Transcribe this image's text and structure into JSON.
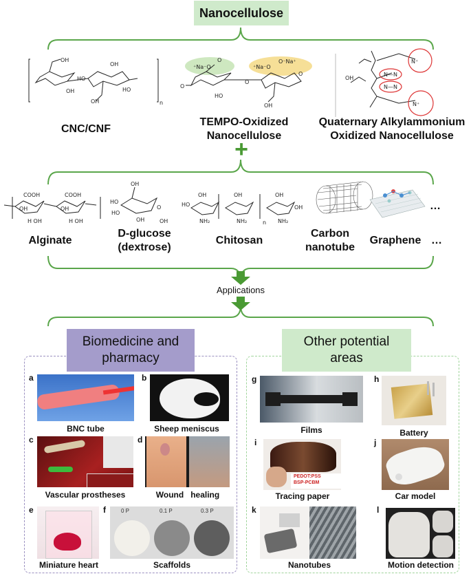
{
  "title": "Nanocellulose",
  "row1": {
    "cnc": "CNC/CNF",
    "tempo": "TEMPO-Oxidized\nNanocellulose",
    "quat": "Quaternary Alkylammonium\nOxidized Nanocellulose"
  },
  "plus": "+",
  "row2": {
    "alginate": "Alginate",
    "dglucose": "D-glucose\n(dextrose)",
    "chitosan": "Chitosan",
    "cnt": "Carbon\nnanotube",
    "graphene": "Graphene",
    "ellipsis": "…"
  },
  "applications": "Applications",
  "left_panel": {
    "heading": "Biomedicine and\npharmacy",
    "items": [
      {
        "letter": "a",
        "caption": "BNC tube"
      },
      {
        "letter": "b",
        "caption": "Sheep meniscus"
      },
      {
        "letter": "c",
        "caption": "Vascular prostheses"
      },
      {
        "letter": "d",
        "caption": "Wound   healing"
      },
      {
        "letter": "e",
        "caption": "Miniature heart"
      },
      {
        "letter": "f",
        "caption": "Scaffolds"
      }
    ],
    "scaffold_ticks": [
      "0 P",
      "0.1 P",
      "0.3 P"
    ]
  },
  "right_panel": {
    "heading": "Other potential\nareas",
    "items": [
      {
        "letter": "g",
        "caption": "Films"
      },
      {
        "letter": "h",
        "caption": "Battery"
      },
      {
        "letter": "i",
        "caption": "Tracing paper"
      },
      {
        "letter": "j",
        "caption": "Car model"
      },
      {
        "letter": "k",
        "caption": "Nanotubes"
      },
      {
        "letter": "l",
        "caption": "Motion detection"
      }
    ]
  },
  "colors": {
    "brace": "#5aa64a",
    "arrow": "#4a9a34",
    "title_bg": "#cfeacb",
    "bio_bg": "#a49ccb",
    "other_bg": "#cfeacb"
  }
}
